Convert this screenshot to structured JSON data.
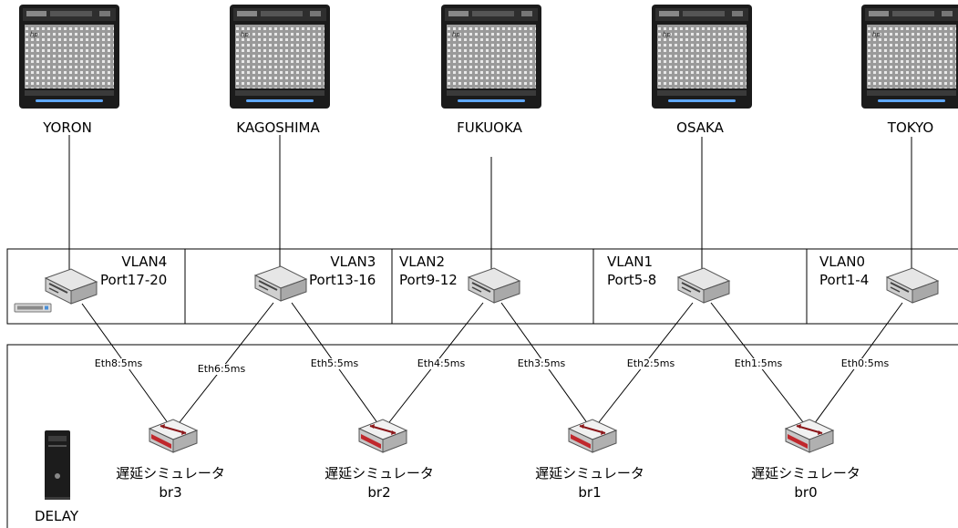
{
  "servers": [
    {
      "name": "YORON"
    },
    {
      "name": "KAGOSHIMA"
    },
    {
      "name": "FUKUOKA"
    },
    {
      "name": "OSAKA"
    },
    {
      "name": "TOKYO"
    }
  ],
  "vlans": [
    {
      "vlan": "VLAN4",
      "ports": "Port17-20"
    },
    {
      "vlan": "VLAN3",
      "ports": "Port13-16"
    },
    {
      "vlan": "VLAN2",
      "ports": "Port9-12"
    },
    {
      "vlan": "VLAN1",
      "ports": "Port5-8"
    },
    {
      "vlan": "VLAN0",
      "ports": "Port1-4"
    }
  ],
  "links": [
    {
      "label": "Eth8:5ms"
    },
    {
      "label": "Eth6:5ms"
    },
    {
      "label": "Eth5:5ms"
    },
    {
      "label": "Eth4:5ms"
    },
    {
      "label": "Eth3:5ms"
    },
    {
      "label": "Eth2:5ms"
    },
    {
      "label": "Eth1:5ms"
    },
    {
      "label": "Eth0:5ms"
    }
  ],
  "delay_simulators": [
    {
      "title": "遅延シミュレータ",
      "bridge": "br3"
    },
    {
      "title": "遅延シミュレータ",
      "bridge": "br2"
    },
    {
      "title": "遅延シミュレータ",
      "bridge": "br1"
    },
    {
      "title": "遅延シミュレータ",
      "bridge": "br0"
    }
  ],
  "delay_host": {
    "name": "DELAY"
  }
}
